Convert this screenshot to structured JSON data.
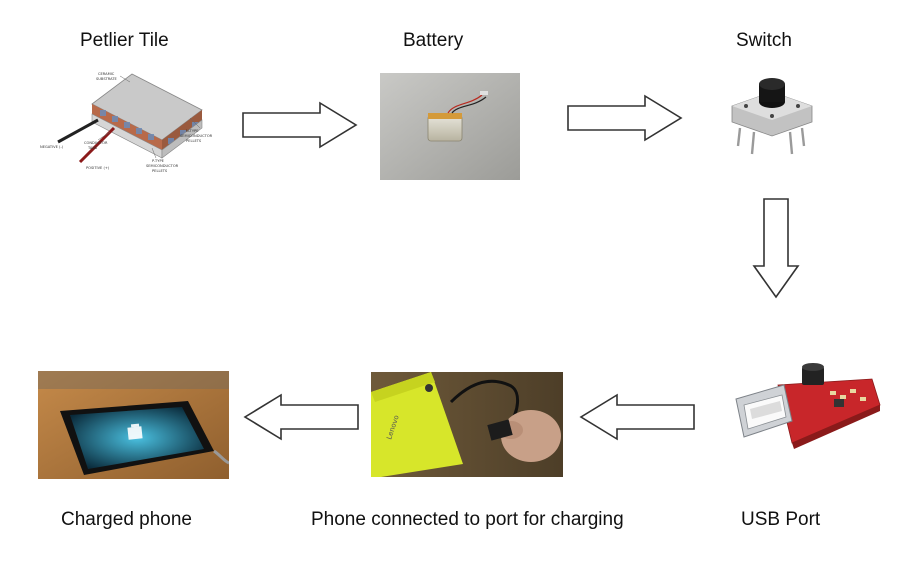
{
  "nodes": [
    {
      "id": "petlier-tile",
      "label": "Petlier Tile",
      "image_text": [
        "CERAMIC",
        "SUBSTRATE",
        "N-TYPE",
        "SEMICONDUCTOR",
        "PELLETS",
        "P-TYPE",
        "SEMICONDUCTOR",
        "PELLETS",
        "CONDUCTOR",
        "TABS",
        "NEGATIVE (-)",
        "POSITIVE (+)"
      ]
    },
    {
      "id": "battery",
      "label": "Battery"
    },
    {
      "id": "switch",
      "label": "Switch"
    },
    {
      "id": "usb-port",
      "label": "USB Port"
    },
    {
      "id": "phone-connected",
      "label": "Phone connected to port for charging",
      "image_text": [
        "Lenovo"
      ]
    },
    {
      "id": "charged-phone",
      "label": "Charged phone"
    }
  ],
  "flow": [
    {
      "from": "petlier-tile",
      "to": "battery",
      "direction": "right"
    },
    {
      "from": "battery",
      "to": "switch",
      "direction": "right"
    },
    {
      "from": "switch",
      "to": "usb-port",
      "direction": "down"
    },
    {
      "from": "usb-port",
      "to": "phone-connected",
      "direction": "left"
    },
    {
      "from": "phone-connected",
      "to": "charged-phone",
      "direction": "left"
    }
  ],
  "colors": {
    "arrow_fill": "#ffffff",
    "arrow_stroke": "#333333",
    "text": "#111111"
  }
}
